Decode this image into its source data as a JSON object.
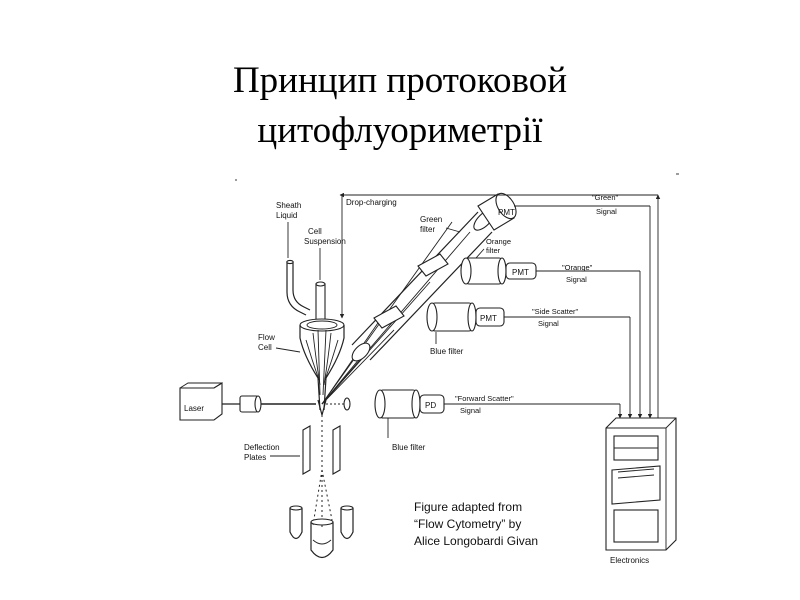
{
  "title": {
    "line1": "Принцип протоковой",
    "line2": "цитофлуориметрії"
  },
  "diagram": {
    "labels": {
      "sheath_liquid_1": "Sheath",
      "sheath_liquid_2": "Liquid",
      "cell_suspension_1": "Cell",
      "cell_suspension_2": "Suspension",
      "drop_charging": "Drop-charging",
      "green_filter_1": "Green",
      "green_filter_2": "filter",
      "orange_filter_1": "Orange",
      "orange_filter_2": "filter",
      "pmt_1": "PMT",
      "pmt_2": "PMT",
      "pmt_3": "PMT",
      "pd": "PD",
      "green_signal_1": "\"Green\"",
      "green_signal_2": "Signal",
      "orange_signal_1": "\"Orange\"",
      "orange_signal_2": "Signal",
      "side_scatter_signal_1": "\"Side Scatter\"",
      "side_scatter_signal_2": "Signal",
      "forward_scatter_signal_1": "\"Forward Scatter\"",
      "forward_scatter_signal_2": "Signal",
      "flow_cell_1": "Flow",
      "flow_cell_2": "Cell",
      "laser": "Laser",
      "blue_filter_1": "Blue filter",
      "blue_filter_2": "Blue filter",
      "deflection_plates_1": "Deflection",
      "deflection_plates_2": "Plates",
      "electronics": "Electronics"
    },
    "credit": {
      "line1": "Figure adapted from",
      "line2": "“Flow Cytometry” by",
      "line3": "Alice Longobardi Givan"
    }
  }
}
